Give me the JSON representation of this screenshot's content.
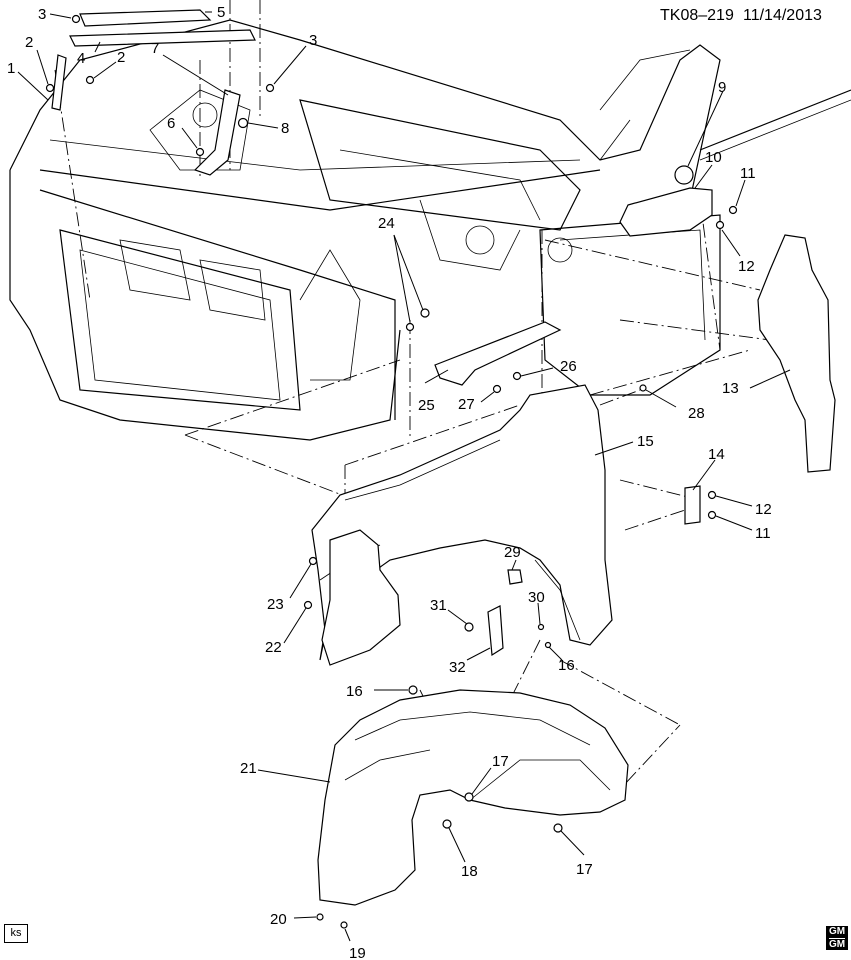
{
  "header": {
    "ref": "TK08–219",
    "date": "11/14/2013"
  },
  "callouts": {
    "c1": "1",
    "c2a": "2",
    "c2b": "2",
    "c3a": "3",
    "c3b": "3",
    "c4": "4",
    "c5": "5",
    "c6": "6",
    "c7": "7",
    "c8": "8",
    "c9": "9",
    "c10": "10",
    "c11a": "11",
    "c11b": "11",
    "c12a": "12",
    "c12b": "12",
    "c13": "13",
    "c14": "14",
    "c15": "15",
    "c16a": "16",
    "c16b": "16",
    "c17a": "17",
    "c17b": "17",
    "c18": "18",
    "c19": "19",
    "c20": "20",
    "c21": "21",
    "c22": "22",
    "c23": "23",
    "c24": "24",
    "c25": "25",
    "c26": "26",
    "c27": "27",
    "c28": "28",
    "c29": "29",
    "c30": "30",
    "c31": "31",
    "c32": "32"
  },
  "footer": {
    "artist_code": "ks",
    "logo_top": "GM",
    "logo_bottom": "GM"
  }
}
